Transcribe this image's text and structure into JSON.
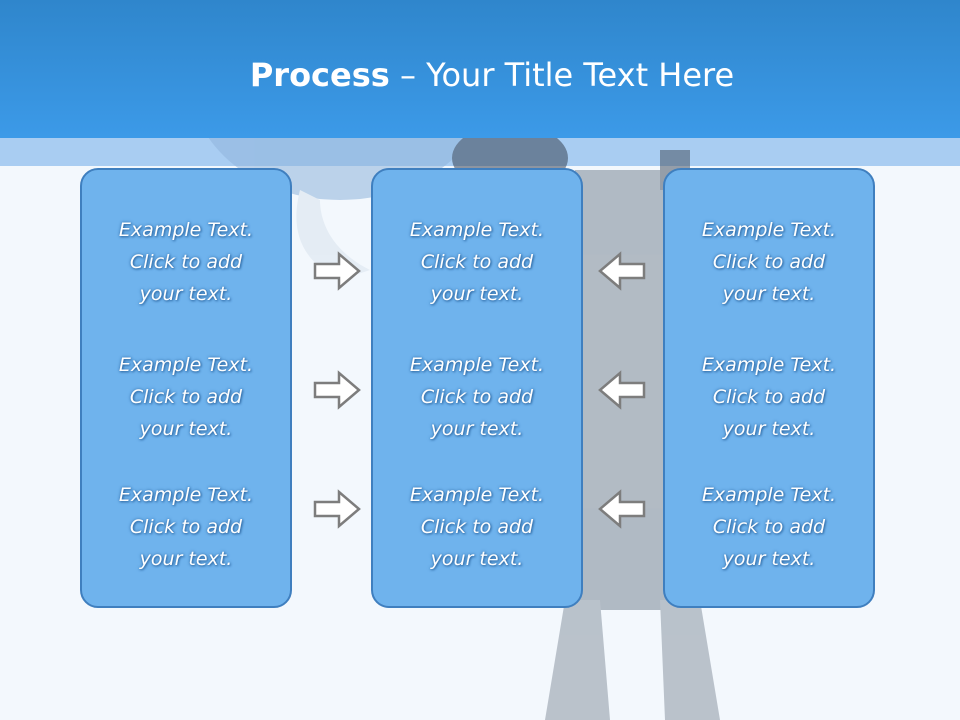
{
  "title": {
    "bold": "Process",
    "rest": " – Your Title Text Here"
  },
  "columns": [
    {
      "items": [
        {
          "l1": "Example Text.",
          "l2": "Click  to add",
          "l3": "your text."
        },
        {
          "l1": "Example Text.",
          "l2": "Click  to add",
          "l3": "your text."
        },
        {
          "l1": "Example Text.",
          "l2": "Click  to add",
          "l3": "your text."
        }
      ]
    },
    {
      "items": [
        {
          "l1": "Example Text.",
          "l2": "Click  to add",
          "l3": "your text."
        },
        {
          "l1": "Example Text.",
          "l2": "Click  to add",
          "l3": "your text."
        },
        {
          "l1": "Example Text.",
          "l2": "Click  to add",
          "l3": "your text."
        }
      ]
    },
    {
      "items": [
        {
          "l1": "Example Text.",
          "l2": "Click  to add",
          "l3": "your text."
        },
        {
          "l1": "Example Text.",
          "l2": "Click  to add",
          "l3": "your text."
        },
        {
          "l1": "Example Text.",
          "l2": "Click  to add",
          "l3": "your text."
        }
      ]
    }
  ],
  "arrows": {
    "left_group": "arrow-right-icon",
    "right_group": "arrow-left-icon"
  },
  "colors": {
    "header": "#3c9ae8",
    "box_fill": "#6fb3ed",
    "box_border": "#3f7fbf"
  }
}
